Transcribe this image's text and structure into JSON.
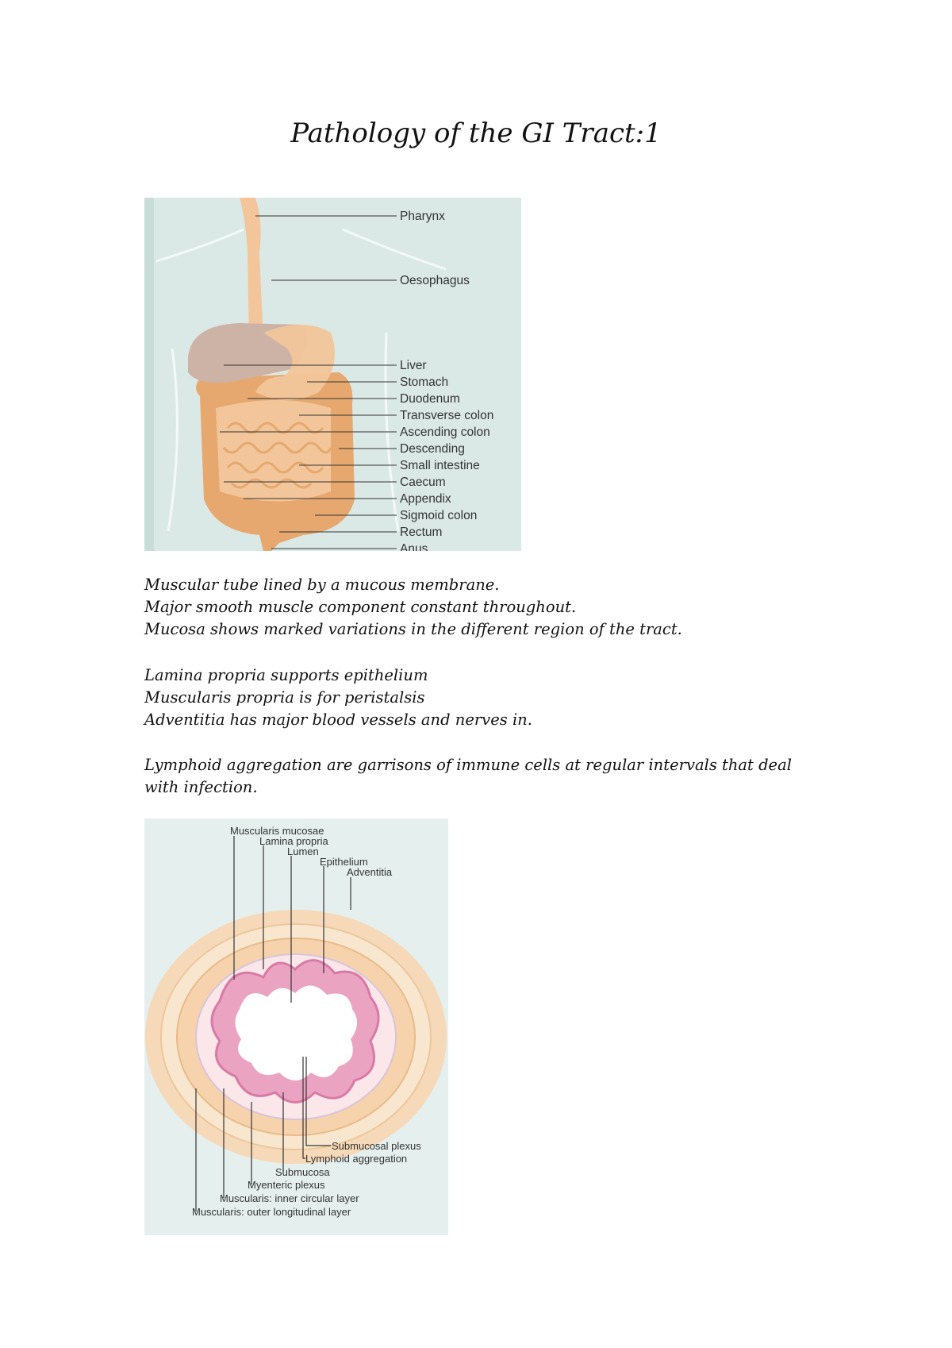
{
  "title": "Pathology of the GI Tract:1",
  "figure1": {
    "labels": [
      "Pharynx",
      "Oesophagus",
      "Liver",
      "Stomach",
      "Duodenum",
      "Transverse colon",
      "Ascending colon",
      "Descending",
      "Small intestine",
      "Caecum",
      "Appendix",
      "Sigmoid colon",
      "Rectum",
      "Anus"
    ]
  },
  "paragraphs": {
    "block1": [
      "Muscular tube lined by a mucous membrane.",
      "Major smooth muscle component constant throughout.",
      "Mucosa shows marked variations in the different region of the tract."
    ],
    "block2": [
      "Lamina propria supports epithelium",
      "Muscularis propria is for peristalsis",
      "Adventitia has major blood vessels and nerves in."
    ],
    "block3": [
      "Lymphoid aggregation are garrisons of immune cells at regular intervals that deal with infection."
    ]
  },
  "figure2": {
    "top_labels": [
      "Muscularis mucosae",
      "Lamina propria",
      "Lumen",
      "Epithelium",
      "Adventitia"
    ],
    "bottom_labels": [
      "Submucosal plexus",
      "Lymphoid aggregation",
      "Submucosa",
      "Myenteric plexus",
      "Muscularis: inner circular layer",
      "Muscularis: outer longitudinal layer"
    ]
  },
  "colors": {
    "body_bg": "#dbe9e6",
    "organ": "#f2c69a",
    "organ_dark": "#e6a86e",
    "liver": "#cdb3a6",
    "mucosa_pink": "#e58fb4"
  }
}
